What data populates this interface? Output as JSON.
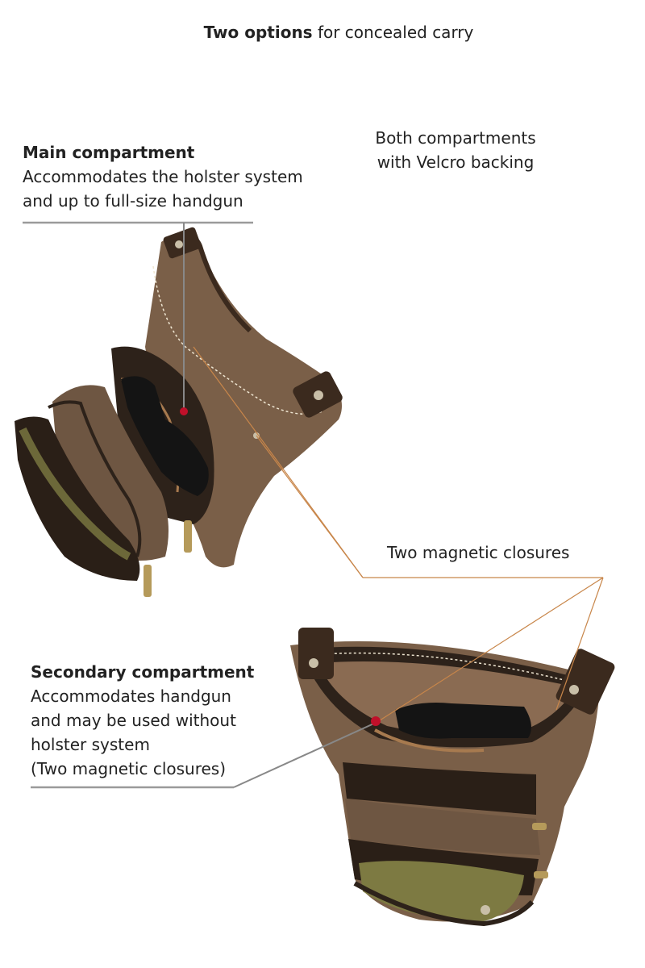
{
  "title": {
    "bold": "Two options",
    "rest": " for concealed carry"
  },
  "main": {
    "heading": "Main compartment",
    "line1": "Accommodates the holster system",
    "line2": "and up to full-size handgun"
  },
  "velcro": {
    "line1": "Both compartments",
    "line2": "with Velcro backing"
  },
  "magnetic": "Two magnetic closures",
  "secondary": {
    "heading": "Secondary compartment",
    "line1": "Accommodates  handgun",
    "line2": "and may be used without",
    "line3": "holster system",
    "line4": "(Two magnetic closures)"
  },
  "colors": {
    "leader_gray": "#9a9a9a",
    "leader_orange": "#c8864a",
    "bag_brown": "#7a5f48",
    "bag_dark": "#3b2a1e",
    "lining_olive": "#7d7a42",
    "marker_red": "#c0102a"
  }
}
